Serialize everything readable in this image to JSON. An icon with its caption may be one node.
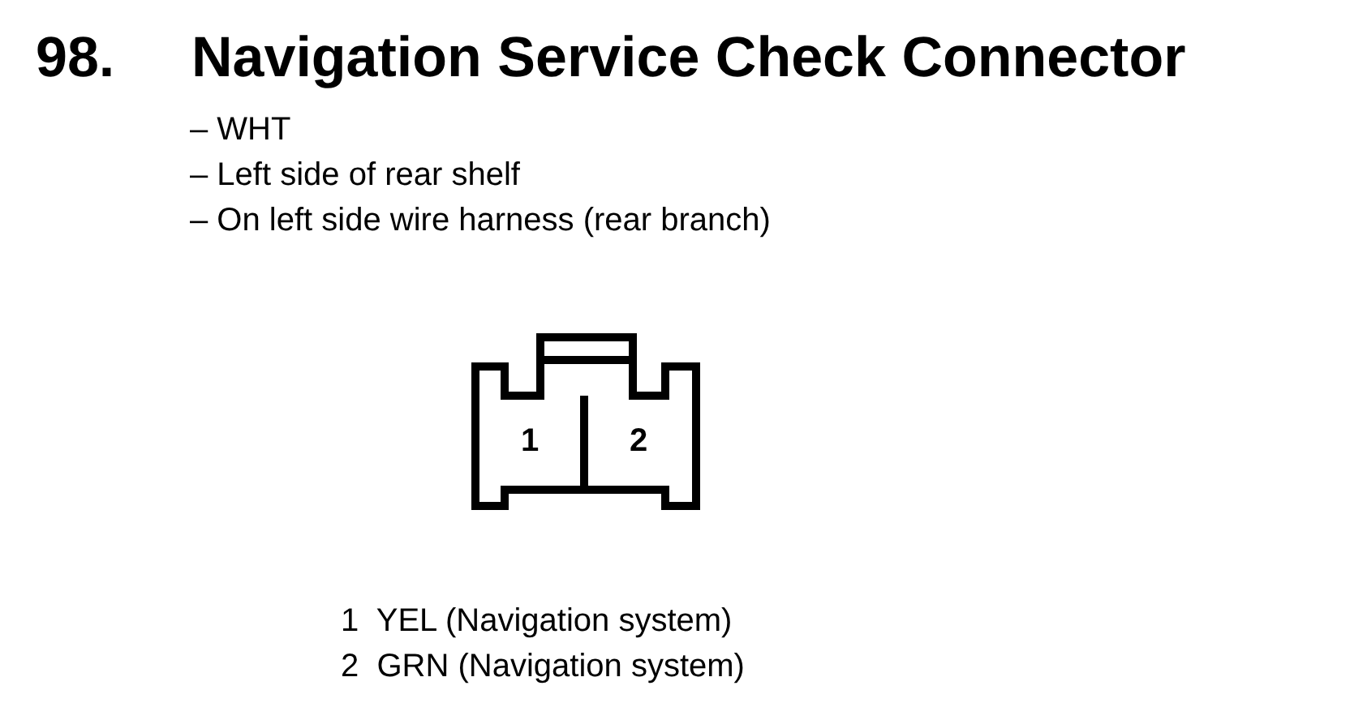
{
  "diagram": {
    "title": "Navigation Service Check Connector",
    "labels": [
      "98.",
      "– WHT",
      "– Left side of rear shelf",
      "– On left side wire harness (rear branch)",
      "1",
      "2",
      "1  YEL (Navigation system)",
      "2  GRN (Navigation system)"
    ]
  }
}
